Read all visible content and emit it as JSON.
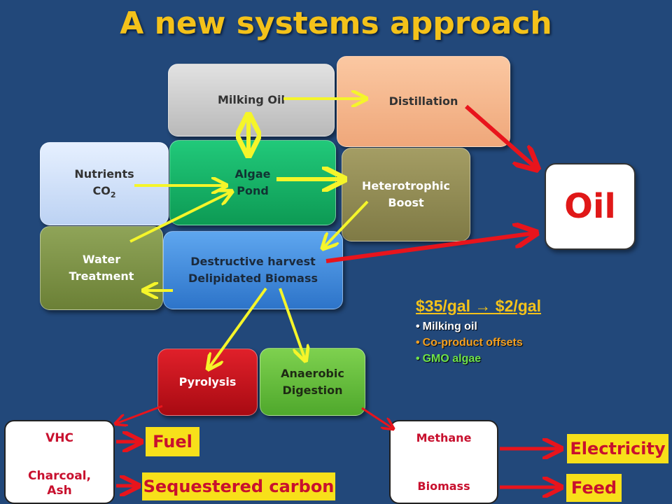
{
  "title": "A new systems approach",
  "boxes": {
    "milking_oil": "Milking Oil",
    "distillation": "Distillation",
    "nutrients_line1": "Nutrients",
    "nutrients_co": "CO",
    "nutrients_sub": "2",
    "algae_line1": "Algae",
    "algae_line2": "Pond",
    "hetero_line1": "Heterotrophic",
    "hetero_line2": "Boost",
    "water_line1": "Water",
    "water_line2": "Treatment",
    "destructive_line1": "Destructive harvest",
    "destructive_line2": "Delipidated Biomass",
    "pyrolysis": "Pyrolysis",
    "anaerobic_line1": "Anaerobic",
    "anaerobic_line2": "Digestion",
    "oil": "Oil"
  },
  "outputs": {
    "vhc": "VHC",
    "charcoal": "Charcoal,",
    "ash": "Ash",
    "methane": "Methane",
    "biomass": "Biomass",
    "fuel": "Fuel",
    "sequestered": "Sequestered carbon",
    "electricity": "Electricity",
    "feed": "Feed"
  },
  "info": {
    "heading": "$35/gal → $2/gal",
    "bullets": [
      {
        "text": "Milking oil",
        "color": "#ffffff"
      },
      {
        "text": "Co-product offsets",
        "color": "#f4a020"
      },
      {
        "text": "GMO algae",
        "color": "#6fe34a"
      }
    ]
  },
  "colors": {
    "background": "#22487a",
    "title": "#f4c21a",
    "yellow_arrow": "#f5f52a",
    "red_arrow": "#e8141c"
  }
}
